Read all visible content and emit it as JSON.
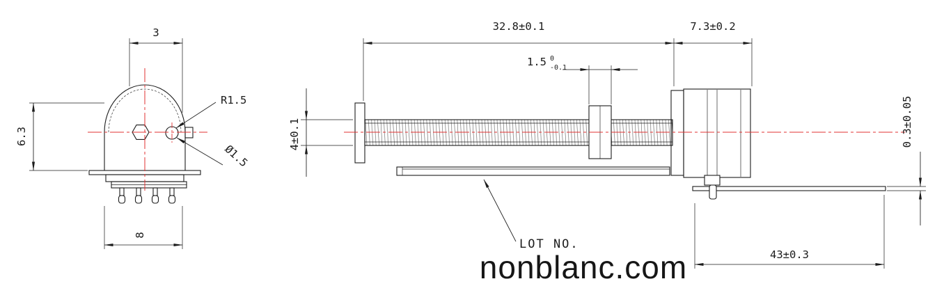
{
  "watermark": "nonblanc.com",
  "colors": {
    "line": "#1c1c1c",
    "centerline": "#e03131",
    "watermark": "#161616",
    "background": "#ffffff"
  },
  "left_view": {
    "dim_top_width": "3",
    "dim_height": "6.3",
    "dim_bottom_width": "8",
    "radius_label": "R1.5",
    "hole_diameter_label": "Ø1.5"
  },
  "side_view": {
    "dim_body_length": "32.8±0.1",
    "dim_motor_length": "7.3±0.2",
    "dim_slider": {
      "value": "1.5",
      "tol_upper": "0",
      "tol_lower": "-0.1"
    },
    "dim_shaft_diameter": "4±0.1",
    "dim_plate_thickness": "0.3±0.05",
    "dim_overall_length": "43±0.3",
    "lot_label": "LOT NO."
  }
}
